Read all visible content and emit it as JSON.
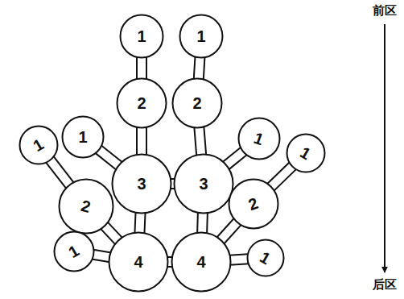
{
  "diagram": {
    "nodes": [
      {
        "text": [
          "1"
        ]
      },
      {
        "text": [
          "1"
        ]
      },
      {
        "text": [
          "2"
        ]
      },
      {
        "text": [
          "2"
        ]
      },
      {
        "text": [
          "1"
        ]
      },
      {
        "text": [
          "1"
        ]
      },
      {
        "text": [
          "1"
        ]
      },
      {
        "text": [
          "1"
        ]
      },
      {
        "text": [
          "3"
        ]
      },
      {
        "text": [
          "3"
        ]
      },
      {
        "text": [
          "2"
        ]
      },
      {
        "text": [
          "2"
        ]
      },
      {
        "text": [
          "1"
        ]
      },
      {
        "text": [
          "1"
        ]
      },
      {
        "text": [
          "4"
        ]
      },
      {
        "text": [
          "4"
        ]
      }
    ],
    "edges": [
      {
        "from": 0,
        "to": 2,
        "arrow": "none"
      },
      {
        "from": 1,
        "to": 3,
        "arrow": "none"
      },
      {
        "from": 2,
        "to": 8,
        "arrow": "none"
      },
      {
        "from": 3,
        "to": 9,
        "arrow": "none"
      },
      {
        "from": 8,
        "to": 14,
        "arrow": "none"
      },
      {
        "from": 9,
        "to": 15,
        "arrow": "none"
      },
      {
        "from": 14,
        "to": 15,
        "arrow": "none"
      },
      {
        "from": 8,
        "to": 9,
        "arrow": "none"
      },
      {
        "from": 4,
        "to": 8,
        "arrow": "none"
      },
      {
        "from": 5,
        "to": 9,
        "arrow": "none"
      },
      {
        "from": 6,
        "to": 11,
        "arrow": "none"
      },
      {
        "from": 7,
        "to": 10,
        "arrow": "none"
      },
      {
        "from": 11,
        "to": 14,
        "arrow": "none"
      },
      {
        "from": 10,
        "to": 15,
        "arrow": "none"
      },
      {
        "from": 12,
        "to": 14,
        "arrow": "none"
      },
      {
        "from": 13,
        "to": 15,
        "arrow": "none"
      }
    ],
    "labels": [
      "前区",
      "后区"
    ]
  }
}
